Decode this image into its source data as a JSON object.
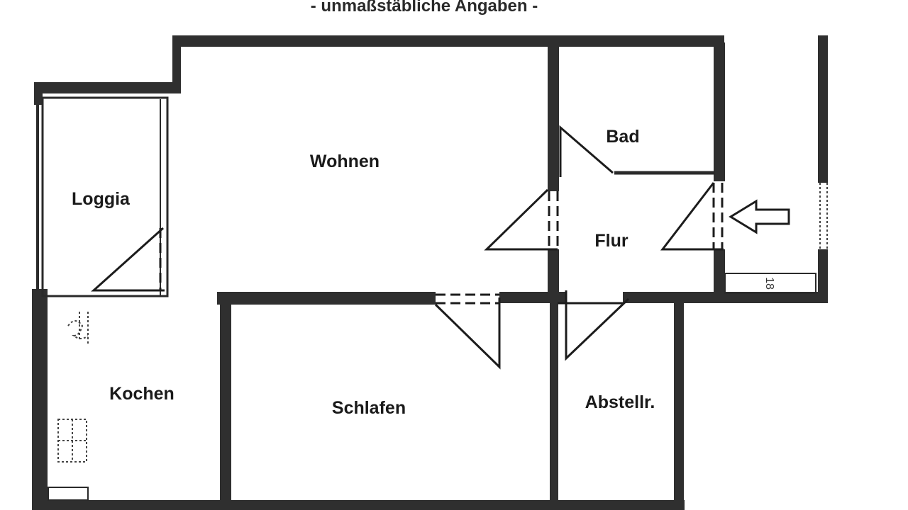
{
  "caption": "- unmaßstäbliche Angaben -",
  "rooms": {
    "wohnen": "Wohnen",
    "bad": "Bad",
    "loggia": "Loggia",
    "flur": "Flur",
    "kochen": "Kochen",
    "schlafen": "Schlafen",
    "abstellraum": "Abstellr."
  },
  "meter_label": "18",
  "colors": {
    "wall": "#2f2f2f",
    "line": "#1c1c1c",
    "background": "#ffffff"
  },
  "icons": {
    "entrance": "entrance-arrow-icon",
    "stove": "stove-icon",
    "sink": "sink-icon"
  }
}
